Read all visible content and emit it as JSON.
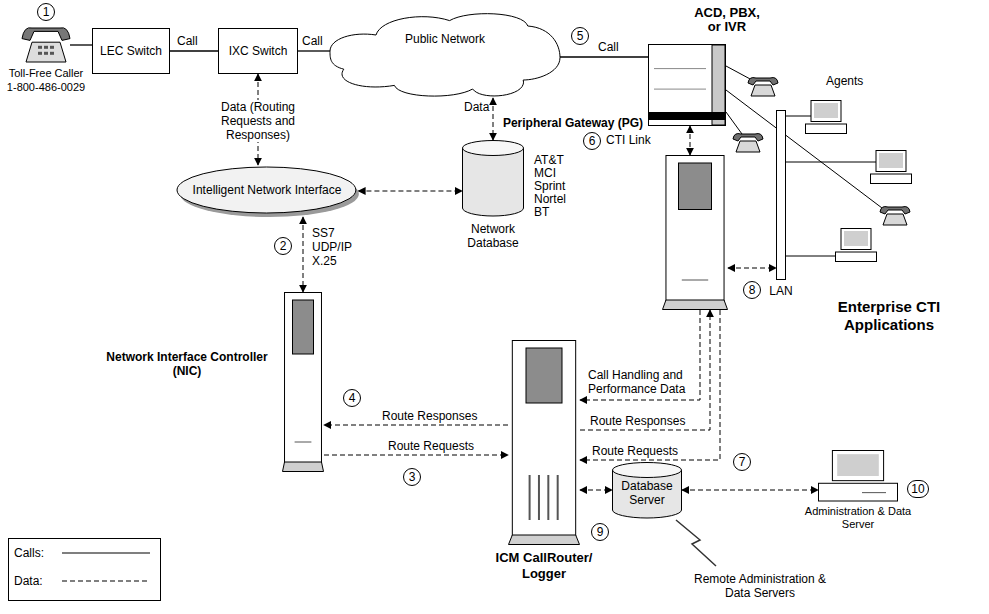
{
  "diagram": {
    "nodes": [
      {
        "text": [
          "Toll-Free Caller",
          "1-800-486-0029"
        ]
      },
      {
        "text": [
          "LEC Switch"
        ]
      },
      {
        "text": [
          "IXC Switch"
        ]
      },
      {
        "text": [
          "Public Network"
        ]
      },
      {
        "text": [
          "ACD, PBX, or IVR"
        ]
      },
      {
        "text": [
          "Intelligent Network Interface"
        ]
      },
      {
        "text": [
          "AT&T MCI Sprint Nortel BT",
          "Network Database"
        ]
      },
      {
        "text": [
          "Peripheral Gateway (PG)"
        ]
      },
      {
        "text": [
          "LAN"
        ]
      },
      {
        "text": [
          "Network Interface Controller (NIC)"
        ]
      },
      {
        "text": [
          "ICM CallRouter/ Logger"
        ]
      },
      {
        "text": [
          "Database Server"
        ]
      },
      {
        "text": [
          "Administration & Data Server"
        ]
      }
    ],
    "edges": [
      {
        "from": 0,
        "to": 1,
        "arrow": "none"
      },
      {
        "from": 1,
        "to": 2,
        "label": "Call",
        "arrow": "none"
      },
      {
        "from": 2,
        "to": 3,
        "label": "Call",
        "arrow": "none"
      },
      {
        "from": 3,
        "to": 4,
        "label": "Call",
        "arrow": "none"
      },
      {
        "from": 2,
        "to": 5,
        "label": "Data (Routing Requests and Responses)",
        "arrow": "both"
      },
      {
        "from": 3,
        "to": 6,
        "label": "Data",
        "arrow": "both"
      },
      {
        "from": 5,
        "to": 6,
        "arrow": "both"
      },
      {
        "from": 5,
        "to": 9,
        "label": "SS7 UDP/IP X.25",
        "arrow": "both"
      },
      {
        "from": 9,
        "to": 10,
        "label": "Route Requests",
        "arrow": "to"
      },
      {
        "from": 10,
        "to": 9,
        "label": "Route Responses",
        "arrow": "to"
      },
      {
        "from": 4,
        "to": 7,
        "label": "CTI Link",
        "arrow": "both"
      },
      {
        "from": 7,
        "to": 10,
        "label": "Call Handling and Performance Data",
        "arrow": "to"
      },
      {
        "from": 10,
        "to": 7,
        "label": "Route Responses",
        "arrow": "to"
      },
      {
        "from": 7,
        "to": 10,
        "label": "Route Requests",
        "arrow": "to"
      },
      {
        "from": 7,
        "to": 8,
        "arrow": "both"
      },
      {
        "from": 10,
        "to": 11,
        "arrow": "both"
      },
      {
        "from": 11,
        "to": 12,
        "arrow": "both"
      }
    ],
    "labels": [
      "1",
      "5",
      "Agents",
      "6",
      "2",
      "8",
      "Enterprise CTI Applications",
      "4",
      "7",
      "3",
      "9",
      "10",
      "Remote Administration & Data Servers"
    ],
    "legend": [
      {
        "text": "Calls:"
      },
      {
        "text": "Data:"
      }
    ]
  }
}
